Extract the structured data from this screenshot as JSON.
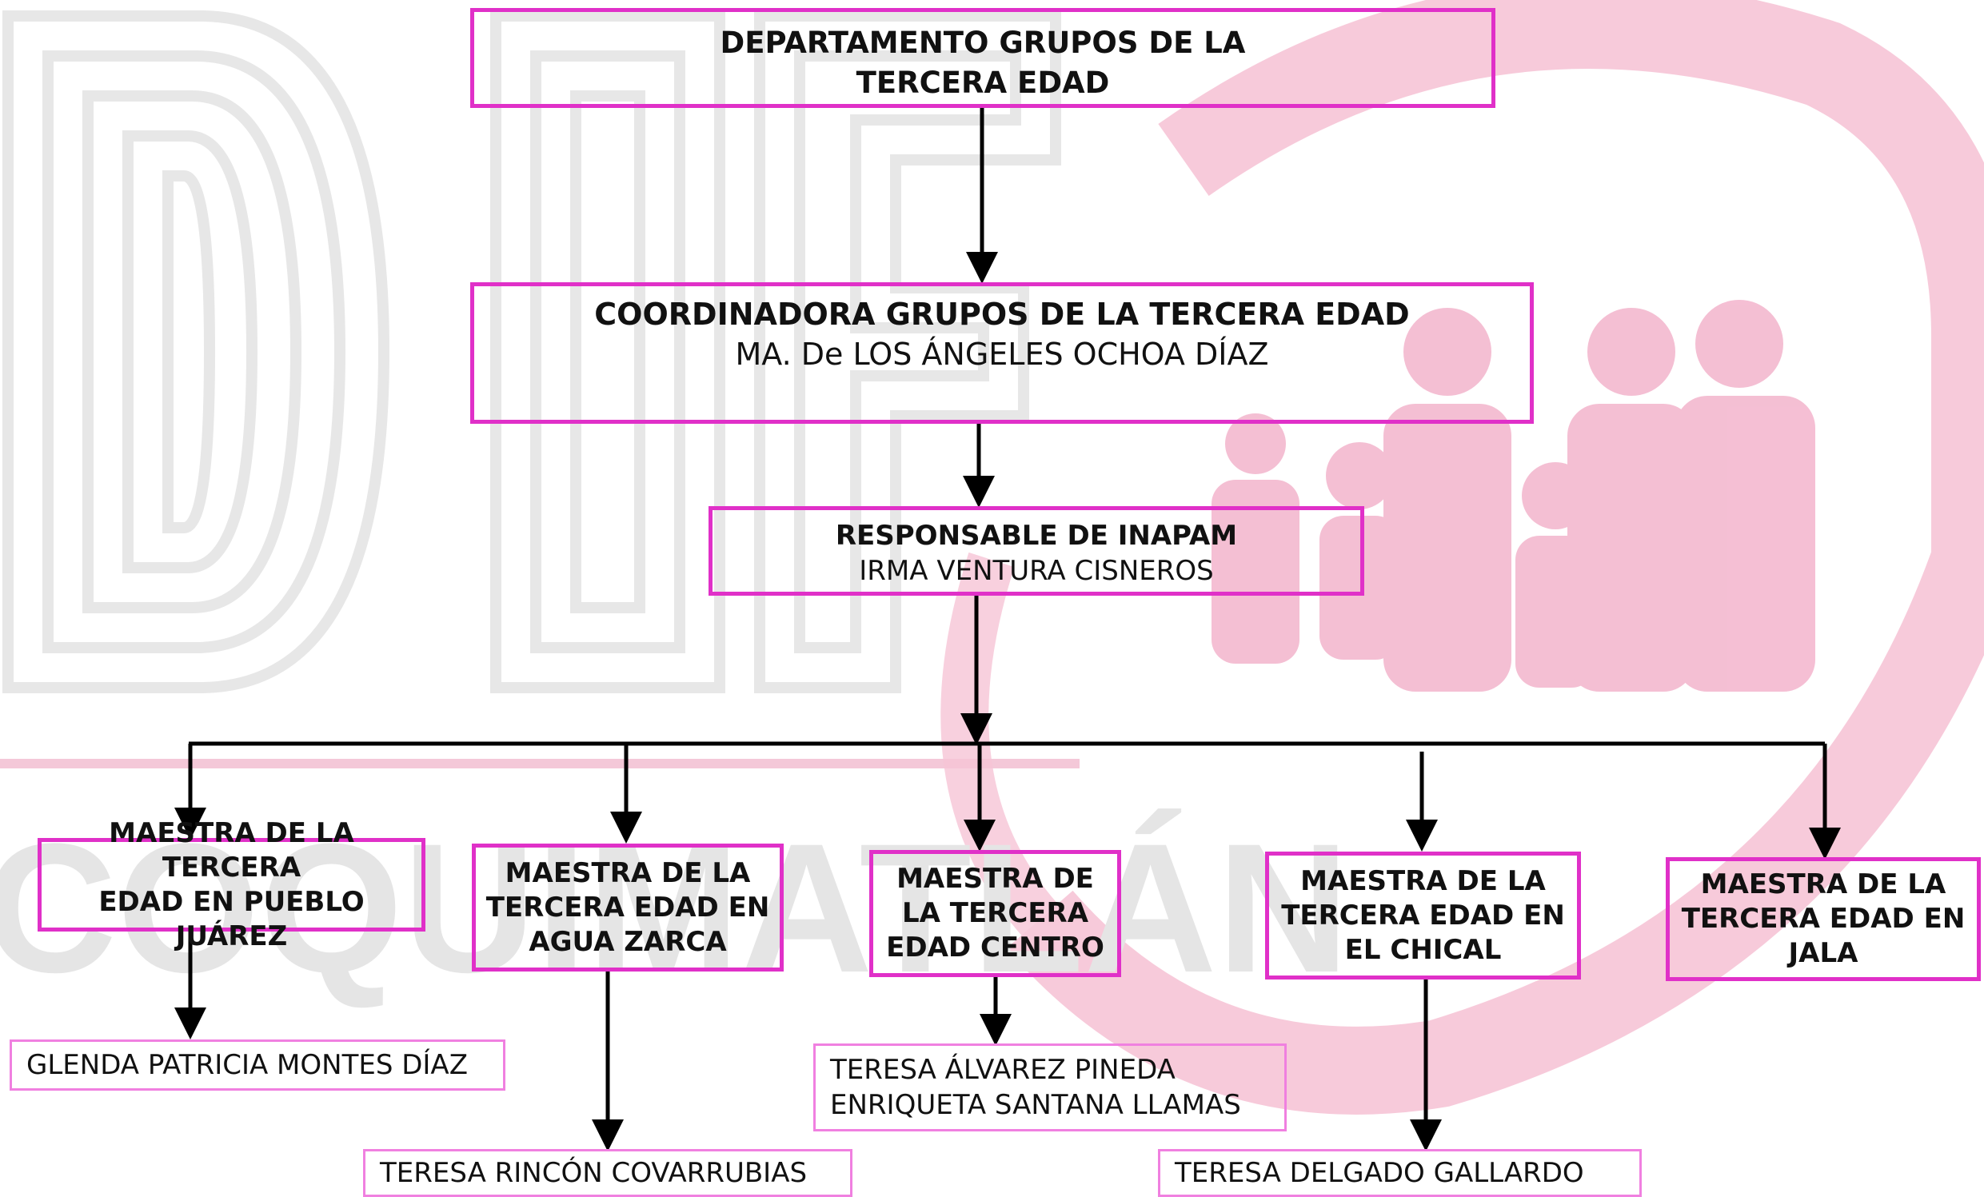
{
  "watermark": {
    "letters": [
      "D",
      "I",
      "F"
    ],
    "city": "COQUIMATLÁN"
  },
  "colors": {
    "box_border": "#e030c8",
    "name_box_border": "#f080e0",
    "connector": "#000000",
    "watermark_gray": "#e7e7e7",
    "watermark_pink": "#f6c4d6"
  },
  "orgchart": {
    "department": {
      "title_line1": "DEPARTAMENTO GRUPOS DE LA",
      "title_line2": "TERCERA EDAD"
    },
    "coordinator": {
      "title": "COORDINADORA GRUPOS DE LA TERCERA EDAD",
      "name": "MA. De LOS ÁNGELES OCHOA DÍAZ"
    },
    "inapam": {
      "title": "RESPONSABLE DE INAPAM",
      "name": "IRMA VENTURA CISNEROS"
    },
    "teachers": [
      {
        "lines": [
          "MAESTRA DE LA TERCERA",
          "EDAD EN PUEBLO JUÁREZ"
        ],
        "names": [
          "GLENDA PATRICIA MONTES DÍAZ"
        ]
      },
      {
        "lines": [
          "MAESTRA DE LA",
          "TERCERA EDAD EN",
          "AGUA ZARCA"
        ],
        "names": [
          "TERESA RINCÓN COVARRUBIAS"
        ]
      },
      {
        "lines": [
          "MAESTRA DE",
          "LA TERCERA",
          "EDAD CENTRO"
        ],
        "names": [
          "TERESA ÁLVAREZ PINEDA",
          "ENRIQUETA SANTANA LLAMAS"
        ]
      },
      {
        "lines": [
          "MAESTRA DE LA",
          "TERCERA EDAD EN",
          "EL CHICAL"
        ],
        "names": [
          "TERESA DELGADO GALLARDO"
        ]
      },
      {
        "lines": [
          "MAESTRA DE LA",
          "TERCERA EDAD EN",
          "JALA"
        ],
        "names": []
      }
    ]
  }
}
